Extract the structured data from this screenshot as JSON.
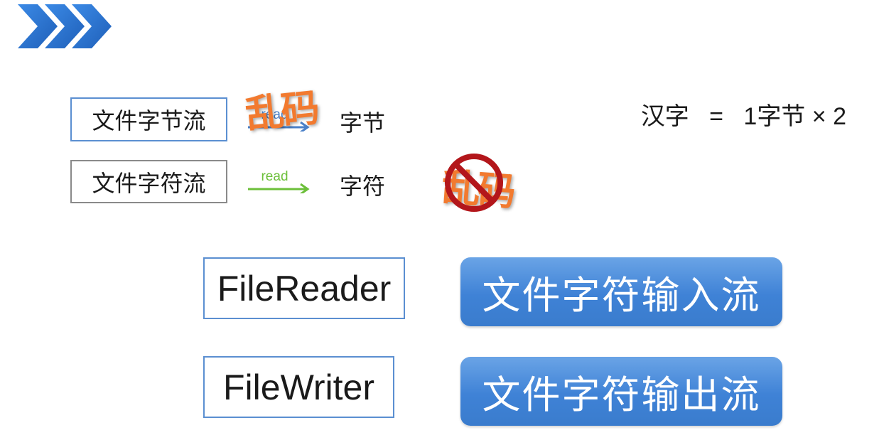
{
  "logo": {
    "icon": "chevron-arrows-icon",
    "colors": [
      "#1f5fb8",
      "#2a72d0",
      "#3b8ae6"
    ]
  },
  "row_byte": {
    "stream_label": "文件字节流",
    "arrow_label": "read",
    "unit_label": "字节",
    "stamp_text": "乱码",
    "arrow_color": "#4a80c8"
  },
  "row_char": {
    "stream_label": "文件字符流",
    "arrow_label": "read",
    "unit_label": "字符",
    "stamp_text": "乱码",
    "stamp_icon": "no-sign-icon",
    "arrow_color": "#6cbf3a"
  },
  "formula": {
    "left": "汉字",
    "equals": "=",
    "count": "1",
    "unit": "字节",
    "times": "×",
    "multiplier": "2"
  },
  "classes": [
    {
      "name": "FileReader",
      "description": "文件字符输入流"
    },
    {
      "name": "FileWriter",
      "description": "文件字符输出流"
    }
  ],
  "colors": {
    "accent_blue": "#3f82d6",
    "stamp_orange": "#f27a2f",
    "no_sign_red": "#b3161b"
  }
}
